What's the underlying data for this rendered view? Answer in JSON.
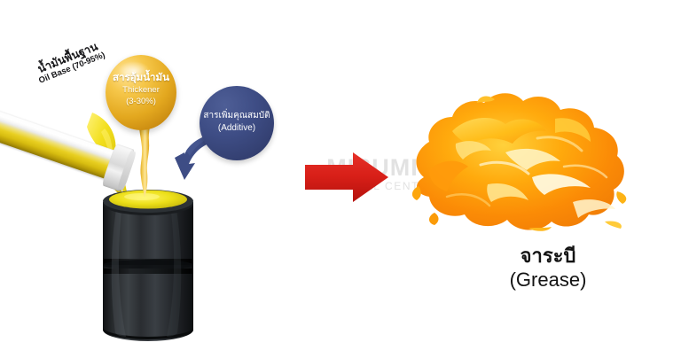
{
  "watermark": {
    "line1": "MISUMI",
    "line2": "TECHNICAL CENTER",
    "color": "#e2e2e2"
  },
  "oil_base": {
    "thai": "น้ำมันพื้นฐาน",
    "english": "Oil Base (70-95%)",
    "color": "#e8cf21"
  },
  "thickener": {
    "thai": "สารอุ้มน้ำมัน",
    "english": "Thickener",
    "percent": "(3-30%)",
    "color": "#e3a81f"
  },
  "additive": {
    "thai": "สารเพิ่มคุณสมบัติ",
    "english": "(Additive)",
    "color": "#3e4d85"
  },
  "barrel": {
    "body_color": "#1d1f21",
    "top_color": "#e8de15"
  },
  "process_arrow": {
    "color": "#d92121",
    "direction": "right"
  },
  "result": {
    "thai": "จาระบี",
    "english": "(Grease)",
    "color": "#f5a01a"
  }
}
